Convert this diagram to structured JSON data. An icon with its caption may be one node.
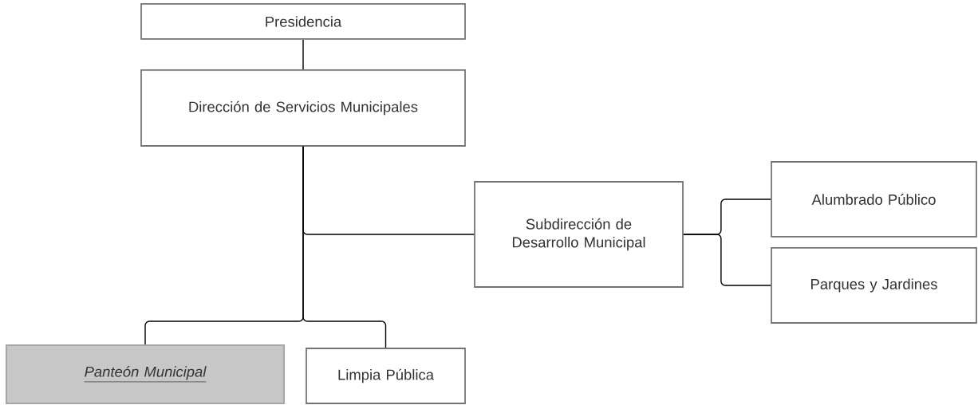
{
  "diagram": {
    "nodes": [
      {
        "text": [
          "Presidencia"
        ]
      },
      {
        "text": [
          "Dirección de Servicios Municipales"
        ]
      },
      {
        "text": [
          "Subdirección de Desarrollo Municipal"
        ]
      },
      {
        "text": [
          "Alumbrado Público"
        ]
      },
      {
        "text": [
          "Parques y Jardines"
        ]
      },
      {
        "text": [
          "Panteón Municipal"
        ]
      },
      {
        "text": [
          "Limpia Pública"
        ]
      }
    ],
    "edges": [
      {
        "from": 0,
        "to": 1,
        "arrow": "none"
      },
      {
        "from": 1,
        "to": 2,
        "arrow": "none"
      },
      {
        "from": 1,
        "to": 5,
        "arrow": "none"
      },
      {
        "from": 1,
        "to": 6,
        "arrow": "none"
      },
      {
        "from": 2,
        "to": 3,
        "arrow": "none"
      },
      {
        "from": 2,
        "to": 4,
        "arrow": "none"
      }
    ]
  }
}
